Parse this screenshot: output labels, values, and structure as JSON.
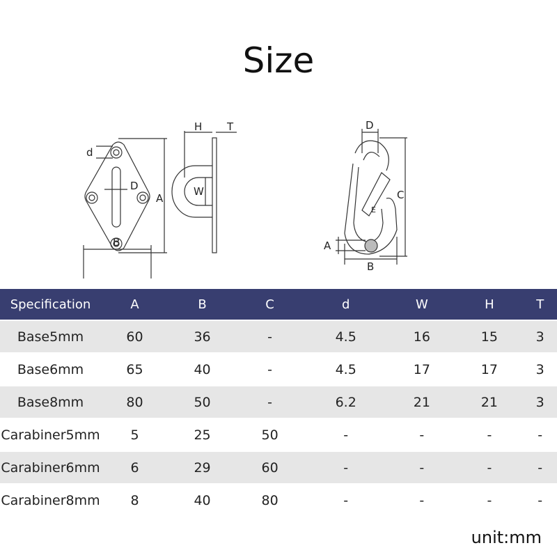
{
  "title": "Size",
  "diagram_labels": {
    "plate_b": "B",
    "plate_d_small": "d",
    "plate_D": "D",
    "plate_a": "A",
    "side_h": "H",
    "side_t": "T",
    "side_w": "W",
    "hook_D": "D",
    "hook_C": "C",
    "hook_A": "A",
    "hook_B": "B",
    "hook_E": "E"
  },
  "table": {
    "headers": [
      "Specification",
      "A",
      "B",
      "C",
      "d",
      "W",
      "H",
      "T"
    ],
    "rows": [
      [
        "Base5mm",
        "60",
        "36",
        "-",
        "4.5",
        "16",
        "15",
        "3"
      ],
      [
        "Base6mm",
        "65",
        "40",
        "-",
        "4.5",
        "17",
        "17",
        "3"
      ],
      [
        "Base8mm",
        "80",
        "50",
        "-",
        "6.2",
        "21",
        "21",
        "3"
      ],
      [
        "Carabiner5mm",
        "5",
        "25",
        "50",
        "-",
        "-",
        "-",
        "-"
      ],
      [
        "Carabiner6mm",
        "6",
        "29",
        "60",
        "-",
        "-",
        "-",
        "-"
      ],
      [
        "Carabiner8mm",
        "8",
        "40",
        "80",
        "-",
        "-",
        "-",
        "-"
      ]
    ]
  },
  "unit": "unit:mm"
}
